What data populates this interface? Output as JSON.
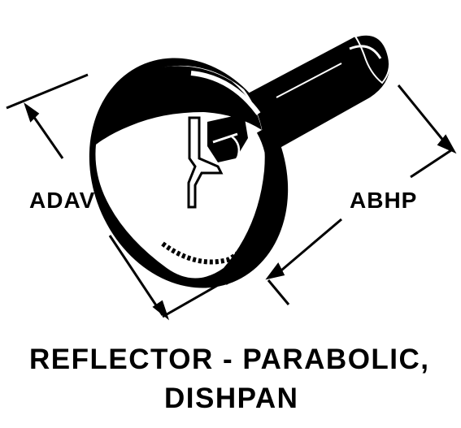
{
  "diagram": {
    "labels": {
      "adav": "ADAV",
      "abhp": "ABHP"
    },
    "caption": {
      "line1": "REFLECTOR - PARABOLIC,",
      "line2": "DISHPAN"
    },
    "colors": {
      "ink": "#000000",
      "paper": "#ffffff"
    }
  }
}
